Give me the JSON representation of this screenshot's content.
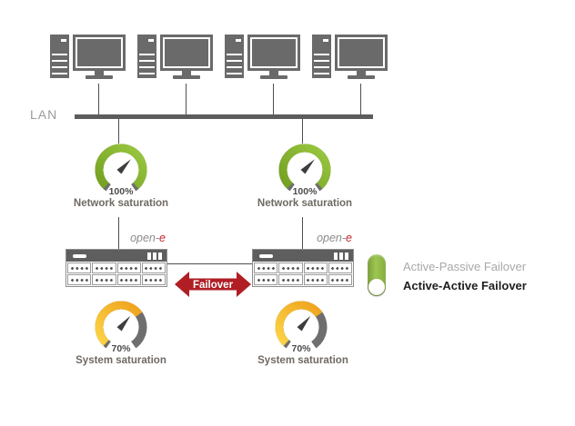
{
  "lan": {
    "label": "LAN"
  },
  "workstations": {
    "count": 4
  },
  "gauges": [
    {
      "id": "network-left",
      "value": "100%",
      "label": "Network saturation",
      "percent": 100,
      "color": "green"
    },
    {
      "id": "network-right",
      "value": "100%",
      "label": "Network saturation",
      "percent": 100,
      "color": "green"
    },
    {
      "id": "system-left",
      "value": "70%",
      "label": "System saturation",
      "percent": 70,
      "color": "yellow"
    },
    {
      "id": "system-right",
      "value": "70%",
      "label": "System saturation",
      "percent": 70,
      "color": "yellow"
    }
  ],
  "servers": {
    "left": {
      "brand": "open-",
      "brand_accent": "e"
    },
    "right": {
      "brand": "open-",
      "brand_accent": "e"
    }
  },
  "failover": {
    "label": "Failover"
  },
  "legend": {
    "toggle_state": "down",
    "options": [
      {
        "label": "Active-Passive Failover",
        "selected": false
      },
      {
        "label": "Active-Active Failover",
        "selected": true
      }
    ]
  },
  "colors": {
    "gauge_green": "#8CBA2E",
    "gauge_green_dark": "#74A021",
    "gauge_yellow": "#FCD447",
    "gauge_orange": "#EFA21C",
    "gauge_track_gray": "#6E6E6E",
    "needle": "#3D3D3D",
    "icon_gray": "#6A6A6A",
    "line_gray": "#4F4F4F",
    "failover_red": "#B01E24",
    "brand_red": "#C1272D",
    "toggle_green": "#8DB445",
    "label_gray": "#6F6A62",
    "legend_inactive_gray": "#A8A8A8",
    "legend_active_dark": "#1E1E1E"
  }
}
